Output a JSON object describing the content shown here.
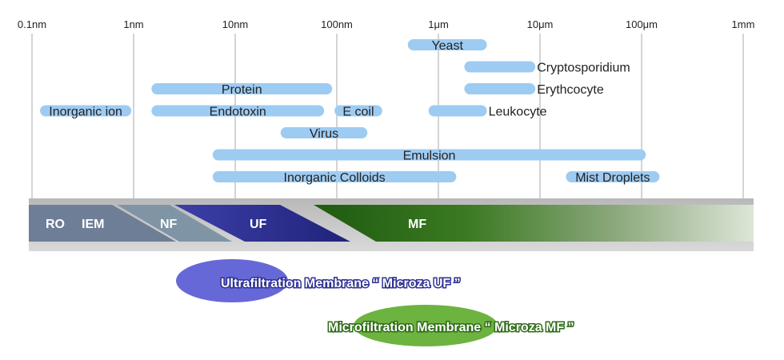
{
  "chart_data": {
    "type": "range-bar",
    "x_scale": "log",
    "x_ticks": [
      {
        "label": "0.1nm",
        "value": 0.1
      },
      {
        "label": "1nm",
        "value": 1
      },
      {
        "label": "10nm",
        "value": 10
      },
      {
        "label": "100nm",
        "value": 100
      },
      {
        "label": "1μm",
        "value": 1000
      },
      {
        "label": "10μm",
        "value": 10000
      },
      {
        "label": "100μm",
        "value": 100000
      },
      {
        "label": "1mm",
        "value": 1000000
      }
    ],
    "particles": [
      {
        "label": "Yeast",
        "min": 500,
        "max": 3000,
        "row": 0,
        "label_side": "inside"
      },
      {
        "label": "Cryptosporidium",
        "min": 1800,
        "max": 9000,
        "row": 1,
        "label_side": "right"
      },
      {
        "label": "Protein",
        "min": 1.5,
        "max": 90,
        "row": 2,
        "label_side": "inside"
      },
      {
        "label": "Erythcocyte",
        "min": 1800,
        "max": 9000,
        "row": 2,
        "label_side": "right"
      },
      {
        "label": "Inorganic ion",
        "min": 0.12,
        "max": 0.95,
        "row": 3,
        "label_side": "inside"
      },
      {
        "label": "Endotoxin",
        "min": 1.5,
        "max": 75,
        "row": 3,
        "label_side": "inside"
      },
      {
        "label": "E coil",
        "min": 95,
        "max": 280,
        "row": 3,
        "label_side": "inside"
      },
      {
        "label": "Leukocyte",
        "min": 800,
        "max": 3000,
        "row": 3,
        "label_side": "right"
      },
      {
        "label": "Virus",
        "min": 28,
        "max": 200,
        "row": 4,
        "label_side": "inside"
      },
      {
        "label": "Emulsion",
        "min": 6,
        "max": 110000,
        "row": 5,
        "label_side": "inside"
      },
      {
        "label": "Inorganic Colloids",
        "min": 6,
        "max": 1500,
        "row": 6,
        "label_side": "inside"
      },
      {
        "label": "Mist Droplets",
        "min": 18000,
        "max": 150000,
        "row": 6,
        "label_side": "inside"
      }
    ],
    "membranes": [
      {
        "label": "RO",
        "label2": "IEM",
        "color": "#6e7e96"
      },
      {
        "label": "NF",
        "color": "#7f95a5"
      },
      {
        "label": "UF",
        "color": "#2e3192"
      },
      {
        "label": "MF",
        "color": "#2f6b18"
      }
    ],
    "products": [
      {
        "label": "Ultrafiltration Membrane “ Microza UF ”",
        "color": "#6668d8"
      },
      {
        "label": "Microfiltration Membrane “ Microza MF ”",
        "color": "#6cb33f"
      }
    ]
  }
}
